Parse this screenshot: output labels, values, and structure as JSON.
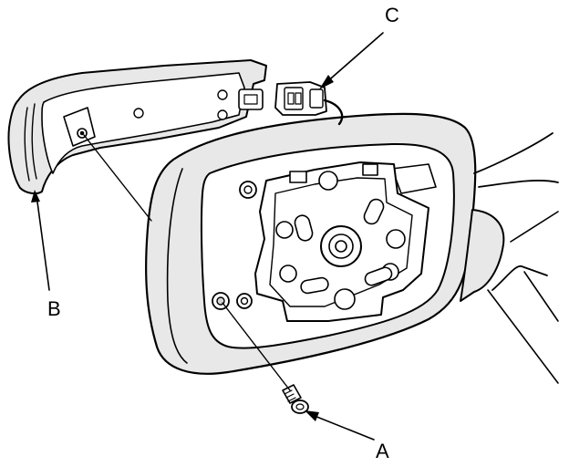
{
  "callouts": {
    "a": "A",
    "b": "B",
    "c": "C"
  },
  "parts": {
    "a": "screw-icon",
    "b": "mirror-cap-icon",
    "c": "connector-icon"
  },
  "colors": {
    "ink": "#000000",
    "background": "#ffffff",
    "shade": "#e8e8e8"
  }
}
